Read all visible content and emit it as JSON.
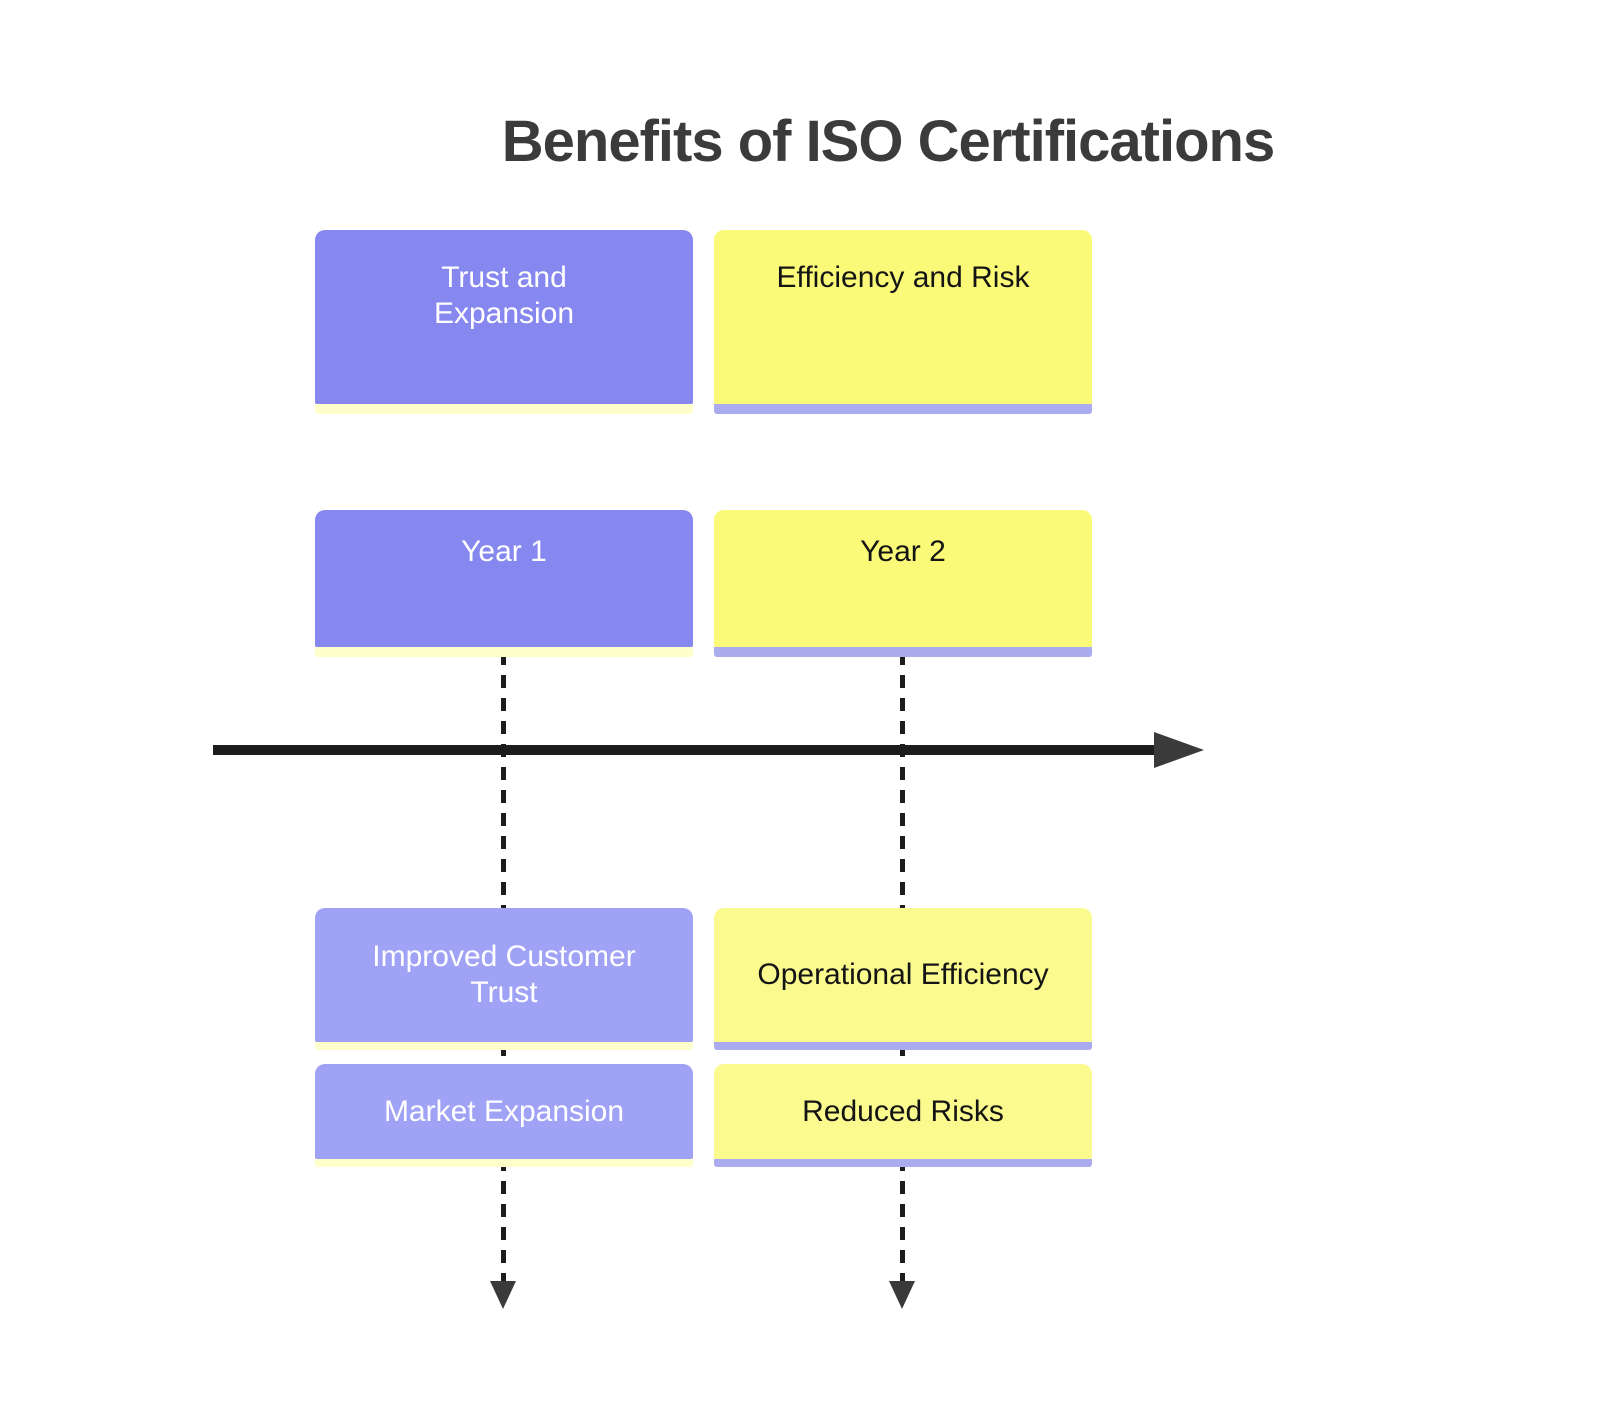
{
  "title": "Benefits of ISO Certifications",
  "columns": [
    {
      "theme": "purple",
      "header": "Trust and Expansion",
      "year": "Year 1",
      "benefits": [
        "Improved Customer Trust",
        "Market Expansion"
      ]
    },
    {
      "theme": "yellow",
      "header": "Efficiency and Risk",
      "year": "Year 2",
      "benefits": [
        "Operational Efficiency",
        "Reduced Risks"
      ]
    }
  ],
  "colors": {
    "purple_strong": "#8688ef",
    "purple_light": "#a0a2f5",
    "yellow_strong": "#fafa78",
    "yellow_light": "#fafa8e",
    "accent_strip_yellow": "#ffffcc",
    "accent_strip_purple": "#abacef",
    "title_text": "#3b3b3b",
    "line": "#1c1c1c",
    "arrowhead": "#3a3a3a"
  },
  "icons": {
    "timeline_arrow": "arrow-right",
    "flow_arrow_left": "arrow-down",
    "flow_arrow_right": "arrow-down"
  }
}
